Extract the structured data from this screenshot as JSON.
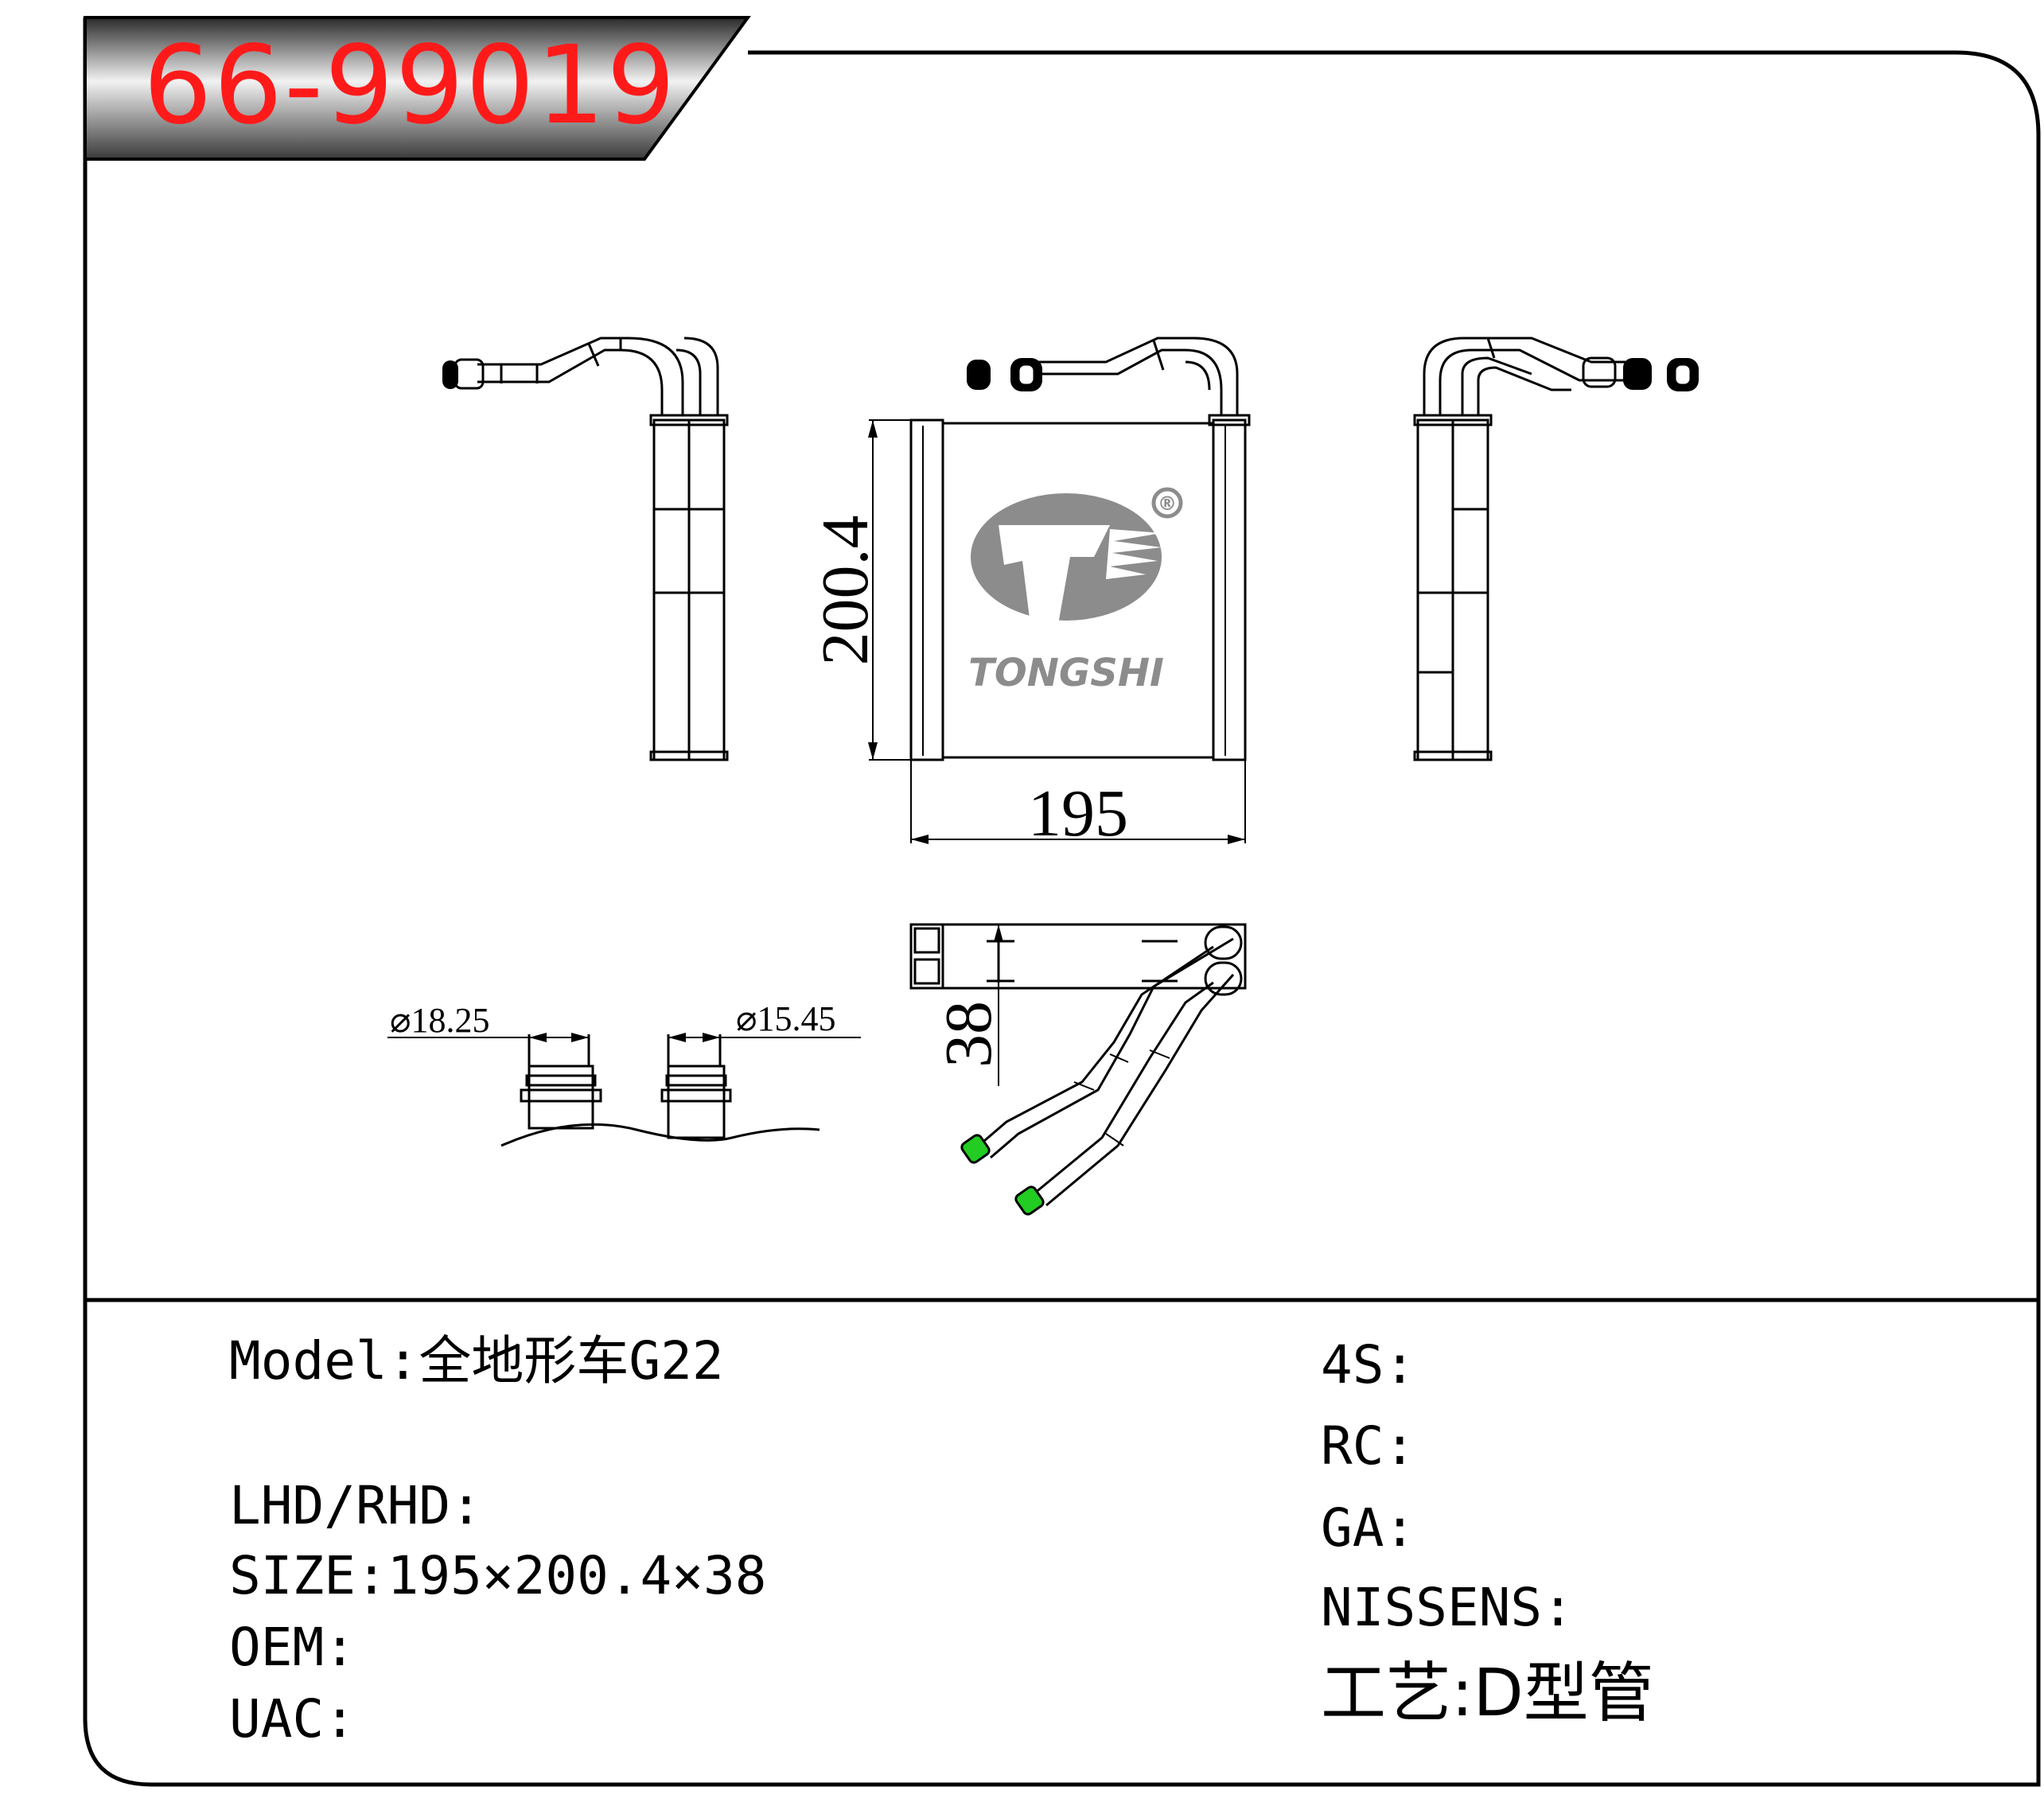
{
  "header": {
    "part_number": "66-99019",
    "part_number_color": "#ff1a1a"
  },
  "logo": {
    "brand": "TONGSHI",
    "registered_mark": "®",
    "color": "#8c8c8c"
  },
  "dimensions": {
    "height": "200.4",
    "width": "195",
    "depth": "38",
    "inlet_diameter": "⌀18.25",
    "outlet_diameter": "⌀15.45"
  },
  "specs_left": {
    "model": "Model:全地形车G22",
    "drive": "LHD/RHD:",
    "size": "SIZE:195×200.4×38",
    "oem": "OEM:",
    "uac": "UAC:"
  },
  "specs_right": {
    "four_s": "4S:",
    "rc": "RC:",
    "ga": "GA:",
    "nissens": "NISSENS:",
    "process": "工艺:D型管"
  },
  "colors": {
    "line": "#000000",
    "seal": "#22cc22",
    "banner_dark": "#2a2a2a",
    "banner_light": "#f2f2f2"
  }
}
